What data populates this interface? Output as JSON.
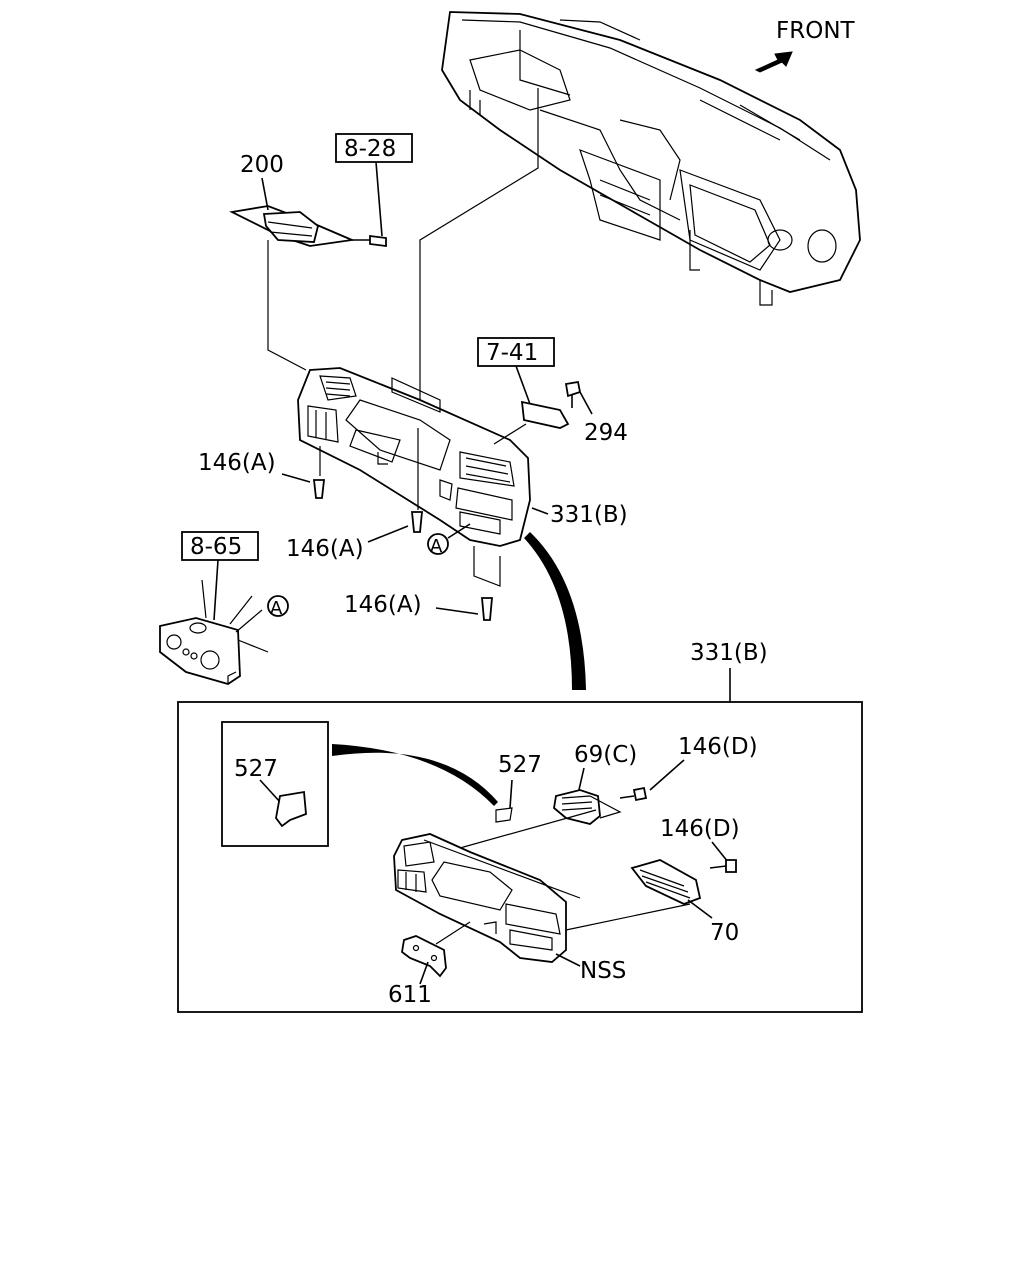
{
  "front": {
    "label": "FRONT"
  },
  "callouts": [
    {
      "id": "c200",
      "text": "200"
    },
    {
      "id": "c828",
      "text": "8-28"
    },
    {
      "id": "c741",
      "text": "7-41"
    },
    {
      "id": "c294",
      "text": "294"
    },
    {
      "id": "c146a1",
      "text": "146(A)"
    },
    {
      "id": "c146a2",
      "text": "146(A)"
    },
    {
      "id": "c146a3",
      "text": "146(A)"
    },
    {
      "id": "c331b1",
      "text": "331(B)"
    },
    {
      "id": "c865",
      "text": "8-65"
    },
    {
      "id": "cA1",
      "text": "A"
    },
    {
      "id": "cA2",
      "text": "A"
    },
    {
      "id": "c331b2",
      "text": "331(B)"
    }
  ],
  "detail": {
    "labels": [
      {
        "id": "d527a",
        "text": "527"
      },
      {
        "id": "d527b",
        "text": "527"
      },
      {
        "id": "d69c",
        "text": "69(C)"
      },
      {
        "id": "d146d1",
        "text": "146(D)"
      },
      {
        "id": "d146d2",
        "text": "146(D)"
      },
      {
        "id": "d70",
        "text": "70"
      },
      {
        "id": "dnss",
        "text": "NSS"
      },
      {
        "id": "d611",
        "text": "611"
      }
    ]
  }
}
